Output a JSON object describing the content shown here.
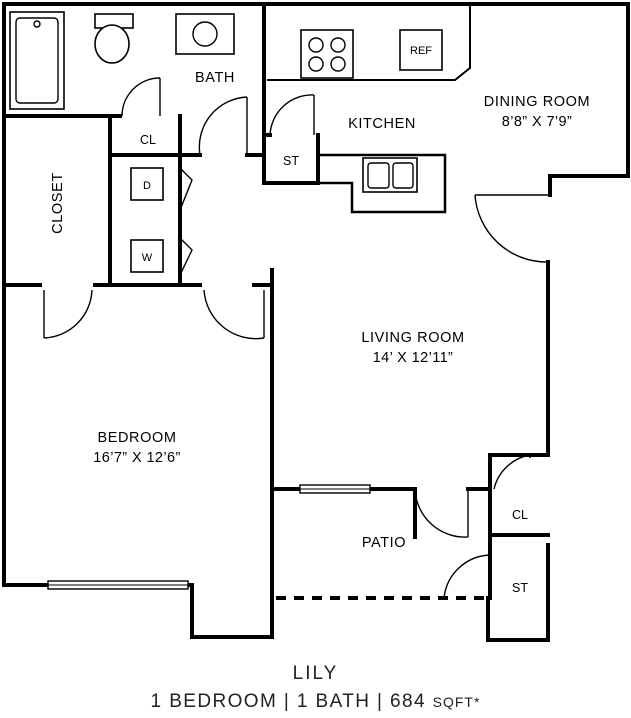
{
  "plan": {
    "rooms": {
      "bath": "BATH",
      "closet_left": "CLOSET",
      "cl_hall": "CL",
      "kitchen": "KITCHEN",
      "st_kitchen": "ST",
      "dining": "DINING ROOM",
      "dining_dim": "8’8” X 7’9”",
      "living": "LIVING ROOM",
      "living_dim": "14’ X 12’11”",
      "bedroom": "BEDROOM",
      "bedroom_dim": "16’7” X 12’6”",
      "patio": "PATIO",
      "cl_patio": "CL",
      "st_patio": "ST"
    },
    "fixtures": {
      "ref": "REF",
      "dryer": "D",
      "washer": "W"
    }
  },
  "footer": {
    "name": "LILY",
    "summary": "1 BEDROOM | 1 BATH | 684",
    "unit": "SQFT",
    "asterisk": "*"
  }
}
